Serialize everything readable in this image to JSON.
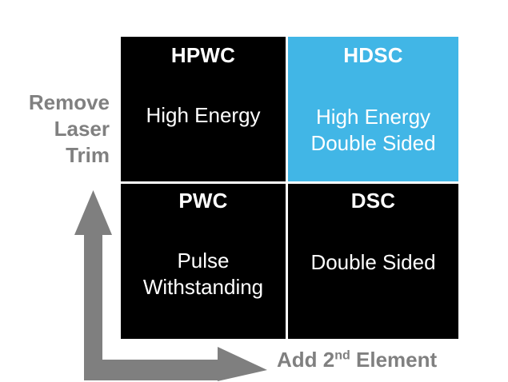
{
  "diagram": {
    "title_implicit": "Product capability matrix",
    "colors": {
      "background": "#ffffff",
      "cell_default": "#000000",
      "cell_highlight": "#41b6e6",
      "cell_text": "#ffffff",
      "axis_gray": "#808080",
      "arrow_gray": "#7f7f7f"
    },
    "axes": {
      "y": {
        "label_lines": [
          "Remove",
          "Laser",
          "Trim"
        ],
        "label_text": "Remove Laser Trim",
        "direction": "up",
        "arrow_name": "up-arrow-icon"
      },
      "x": {
        "label_prefix": "Add 2",
        "label_superscript": "nd",
        "label_suffix": " Element",
        "label_text": "Add 2nd Element",
        "direction": "right",
        "arrow_name": "right-arrow-icon"
      }
    },
    "quadrants": [
      {
        "id": "hpwc",
        "position": "top-left",
        "title": "HPWC",
        "body_lines": [
          "High Energy"
        ],
        "highlighted": false
      },
      {
        "id": "hdsc",
        "position": "top-right",
        "title": "HDSC",
        "body_lines": [
          "High Energy",
          "Double Sided"
        ],
        "highlighted": true
      },
      {
        "id": "pwc",
        "position": "bottom-left",
        "title": "PWC",
        "body_lines": [
          "Pulse",
          "Withstanding"
        ],
        "highlighted": false
      },
      {
        "id": "dsc",
        "position": "bottom-right",
        "title": "DSC",
        "body_lines": [
          "Double Sided"
        ],
        "highlighted": false
      }
    ]
  }
}
